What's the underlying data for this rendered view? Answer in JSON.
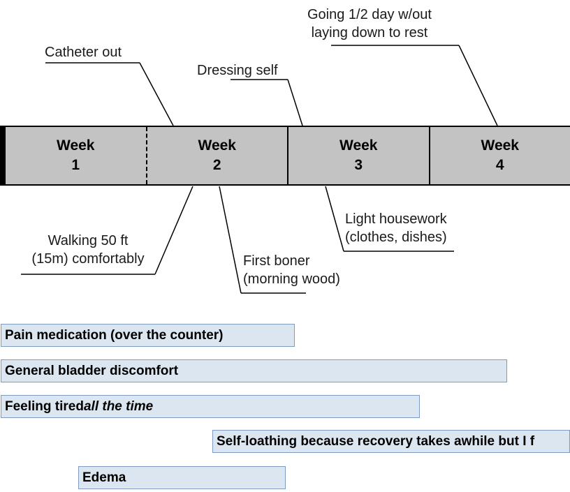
{
  "timeline": {
    "weeks": [
      {
        "label": "Week",
        "number": "1"
      },
      {
        "label": "Week",
        "number": "2"
      },
      {
        "label": "Week",
        "number": "3"
      },
      {
        "label": "Week",
        "number": "4"
      }
    ]
  },
  "callouts_above": [
    {
      "id": "catheter-out",
      "line1": "Catheter out",
      "line2": ""
    },
    {
      "id": "dressing-self",
      "line1": "Dressing self",
      "line2": ""
    },
    {
      "id": "half-day-no-rest",
      "line1": "Going 1/2 day w/out",
      "line2": "laying down to rest"
    }
  ],
  "callouts_below": [
    {
      "id": "walking-50ft",
      "line1": "Walking 50 ft",
      "line2": "(15m) comfortably"
    },
    {
      "id": "first-boner",
      "line1": "First boner",
      "line2": "(morning wood)"
    },
    {
      "id": "light-housework",
      "line1": "Light housework",
      "line2": "(clothes, dishes)"
    }
  ],
  "symptom_bars": [
    {
      "id": "pain-medication",
      "text": "Pain medication (over the counter)",
      "italic": ""
    },
    {
      "id": "bladder-discomfort",
      "text": "General bladder discomfort",
      "italic": ""
    },
    {
      "id": "feeling-tired",
      "text": "Feeling tired ",
      "italic": "all the time"
    },
    {
      "id": "self-loathing",
      "text": "Self-loathing because recovery takes awhile but I f",
      "italic": ""
    },
    {
      "id": "edema",
      "text": "Edema",
      "italic": ""
    }
  ],
  "colors": {
    "timeline_fill": "#c3c3c3",
    "bar_fill": "#dce6f1",
    "bar_border": "#7f9bbf",
    "text": "#000000"
  }
}
